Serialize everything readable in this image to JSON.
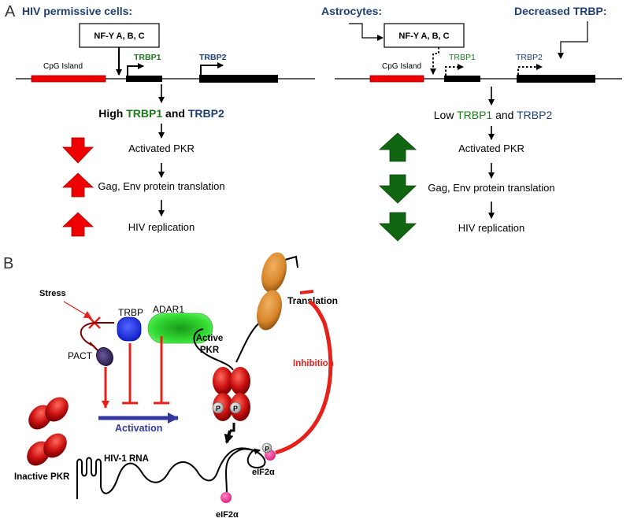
{
  "panel_a": {
    "letter": "A",
    "left": {
      "title": "HIV permissive cells:",
      "nfy_box": "NF-Y A, B, C",
      "cpg": "CpG Island",
      "trbp1": "TRBP1",
      "trbp2": "TRBP2",
      "level_high": "High ",
      "level_trbp1": "TRBP1",
      "level_and": " and ",
      "level_trbp2": "TRBP2",
      "step_pkr": "Activated PKR",
      "step_translation": "Gag, Env protein translation",
      "step_replication": "HIV replication"
    },
    "right": {
      "title_astro": "Astrocytes:",
      "title_trbp": "Decreased TRBP:",
      "nfy_box": "NF-Y A, B, C",
      "cpg": "CpG Island",
      "trbp1": "TRBP1",
      "trbp2": "TRBP2",
      "level_low": "Low ",
      "level_trbp1": "TRBP1",
      "level_and": " and ",
      "level_trbp2": "TRBP2",
      "step_pkr": "Activated PKR",
      "step_translation": "Gag, Env protein translation",
      "step_replication": "HIV replication"
    }
  },
  "panel_b": {
    "letter": "B",
    "stress": "Stress",
    "trbp": "TRBP",
    "adar1": "ADAR1",
    "pact": "PACT",
    "activation": "Activation",
    "active_pkr_1": "Active",
    "active_pkr_2": "PKR",
    "translation": "Translation",
    "inhibition": "Inhibition",
    "p1": "P",
    "p2": "P",
    "p3": "P",
    "hiv_rna": "HIV-1 RNA",
    "inactive_pkr": "Inactive PKR",
    "eif2a_1": "eIF2α",
    "eif2a_2": "eIF2α"
  },
  "colors": {
    "trbp1_green": "#1a7a1a",
    "trbp2_blue": "#1f3f73",
    "title_blue": "#1f3f73",
    "down_red": "#ee0000",
    "up_green": "#116611",
    "inhibit_red": "#e8201a",
    "activation_blue": "#3338a0",
    "pkr_red": "#cc1111",
    "ribosome_orange": "#d8862a",
    "eif_pink": "#e83e96"
  }
}
